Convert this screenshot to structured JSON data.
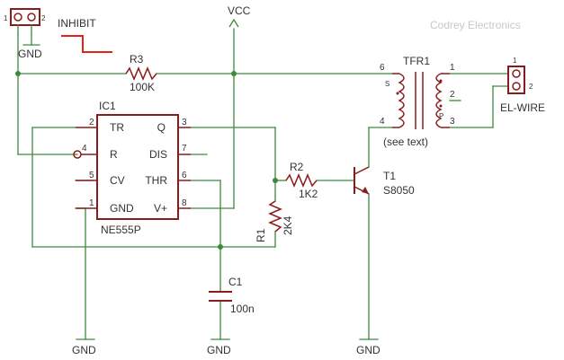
{
  "brand": "Codrey Electronics",
  "rails": {
    "vcc": "VCC",
    "gnd_connector": "GND",
    "gnd_ic_pin1": "GND",
    "gnd_c1": "GND",
    "gnd_t1": "GND"
  },
  "inhibit": {
    "label": "INHIBIT",
    "waveform_color": "#e8201a"
  },
  "connector_inhibit": {
    "pin1": "1",
    "pin2": "2"
  },
  "connector_elwire": {
    "label": "EL-WIRE",
    "pin1": "1",
    "pin2": "2"
  },
  "ic1": {
    "name": "IC1",
    "part": "NE555P",
    "pins": [
      {
        "num": "2",
        "label": "TR"
      },
      {
        "num": "4",
        "label": "R"
      },
      {
        "num": "5",
        "label": "CV"
      },
      {
        "num": "1",
        "label": "GND"
      },
      {
        "num": "3",
        "label": "Q"
      },
      {
        "num": "7",
        "label": "DIS"
      },
      {
        "num": "6",
        "label": "THR"
      },
      {
        "num": "8",
        "label": "V+"
      }
    ]
  },
  "r3": {
    "name": "R3",
    "value": "100K"
  },
  "r2": {
    "name": "R2",
    "value": "1K2"
  },
  "r1": {
    "name": "R1",
    "value": "2K4"
  },
  "c1": {
    "name": "C1",
    "value": "100n"
  },
  "t1": {
    "name": "T1",
    "part": "S8050"
  },
  "tfr1": {
    "name": "TFR1",
    "note": "(see text)",
    "pins": {
      "p6": "6",
      "p4": "4",
      "p1": "1",
      "p2": "2",
      "p3": "3"
    },
    "side_s": "S",
    "side_p": "P"
  },
  "colors": {
    "wire": "#3c8a3c",
    "part": "#8b1a1a",
    "inhibit_wave": "#e8201a"
  }
}
